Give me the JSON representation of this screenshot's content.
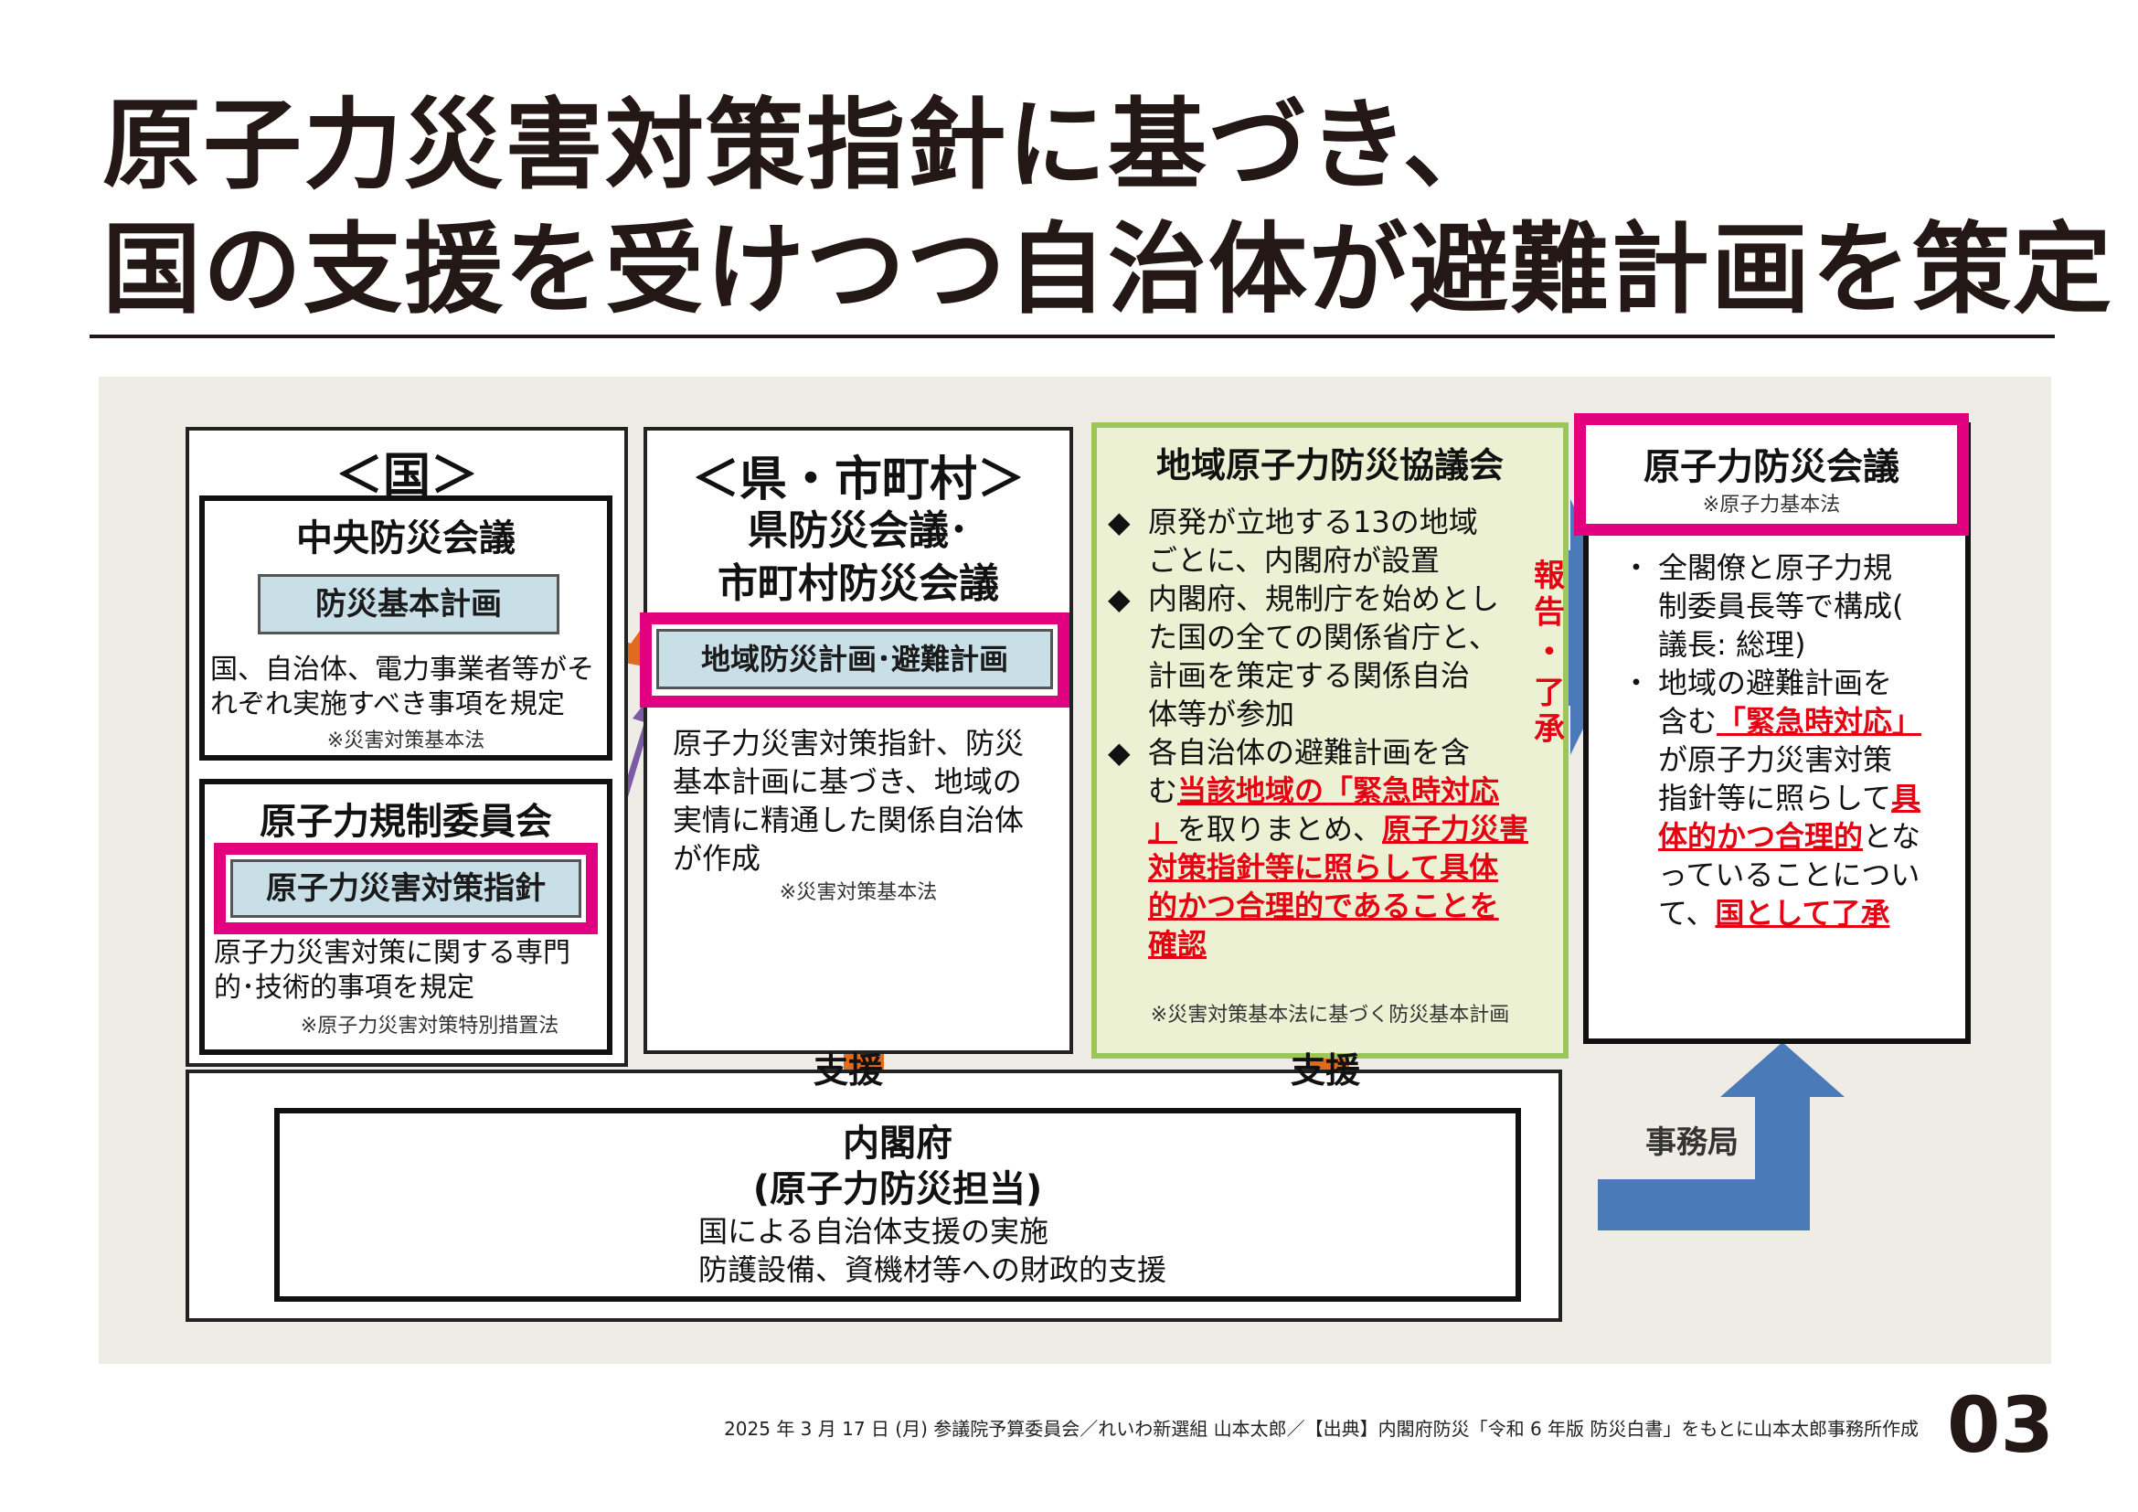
{
  "title": {
    "line1": "原子力災害対策指針に基づき、",
    "line2": "国の支援を受けつつ自治体が避難計画を策定"
  },
  "kuni": {
    "header": "＜国＞",
    "chuo": {
      "title": "中央防災会議",
      "plan": "防災基本計画",
      "desc1": "国、自治体、電力事業者等がそ",
      "desc2": "れぞれ実施すべき事項を規定",
      "law": "※災害対策基本法"
    },
    "nra": {
      "title": "原子力規制委員会",
      "guide": "原子力災害対策指針",
      "desc1": "原子力災害対策に関する専門",
      "desc2": "的･技術的事項を規定",
      "law": "※原子力災害対策特別措置法"
    }
  },
  "ken": {
    "header": "＜県・市町村＞",
    "title1": "県防災会議･",
    "title2": "市町村防災会議",
    "plan": "地域防災計画･避難計画",
    "desc1": "原子力災害対策指針、防災",
    "desc2": "基本計画に基づき、地域の",
    "desc3": "実情に精通した関係自治体",
    "desc4": "が作成",
    "law": "※災害対策基本法"
  },
  "chiiki": {
    "title": "地域原子力防災協議会",
    "b1l1": "原発が立地する13の地域",
    "b1l2": "ごとに、内閣府が設置",
    "b2l1": "内閣府、規制庁を始めとし",
    "b2l2": "た国の全ての関係省庁と、",
    "b2l3": "計画を策定する関係自治",
    "b2l4": "体等が参加",
    "b3l1": "各自治体の避難計画を含",
    "b3l2a": "む",
    "b3l2b": "当該地域の「緊急時対応",
    "b3l3a": "」",
    "b3l3b": "を取りまとめ、",
    "b3l3c": "原子力災害",
    "b3l4": "対策指針等に照らして具体",
    "b3l5": "的かつ合理的であることを",
    "b3l6": "確認",
    "law": "※災害対策基本法に基づく防災基本計画"
  },
  "hokoku": {
    "a": "報告",
    "b": "・",
    "c": "了承"
  },
  "kaigi": {
    "title": "原子力防災会議",
    "law": "※原子力基本法",
    "p1l1": "全閣僚と原子力規",
    "p1l2": "制委員長等で構成(",
    "p1l3": "議長: 総理)",
    "p2l1": "地域の避難計画を",
    "p2l2a": "含む",
    "p2l2b": "「緊急時対応」",
    "p2l3": "が原子力災害対策",
    "p2l4a": "指針等に照らして",
    "p2l4b": "具",
    "p2l5a": "体的かつ合理的",
    "p2l5b": "とな",
    "p2l6": "っていることについ",
    "p2l7a": "て、",
    "p2l7b": "国として了承"
  },
  "shien1": "支援",
  "shien2": "支援",
  "jimukyoku": "事務局",
  "naikakufu": {
    "title": "内閣府",
    "sub": "(原子力防災担当)",
    "l1": "国による自治体支援の実施",
    "l2": "防護設備、資機材等への財政的支援"
  },
  "footer": "2025 年 3 月 17 日 (月)  参議院予算委員会／れいわ新選組 山本太郎／【出典】内閣府防災「令和 6 年版 防災白書」をもとに山本太郎事務所作成",
  "page_number": "03",
  "colors": {
    "magenta": "#e3007f",
    "orange": "#e06a1e",
    "purple": "#7b5aa6",
    "blue_arrow": "#4a7ab8",
    "red_text": "#e60012",
    "green_border": "#9ac65a"
  }
}
